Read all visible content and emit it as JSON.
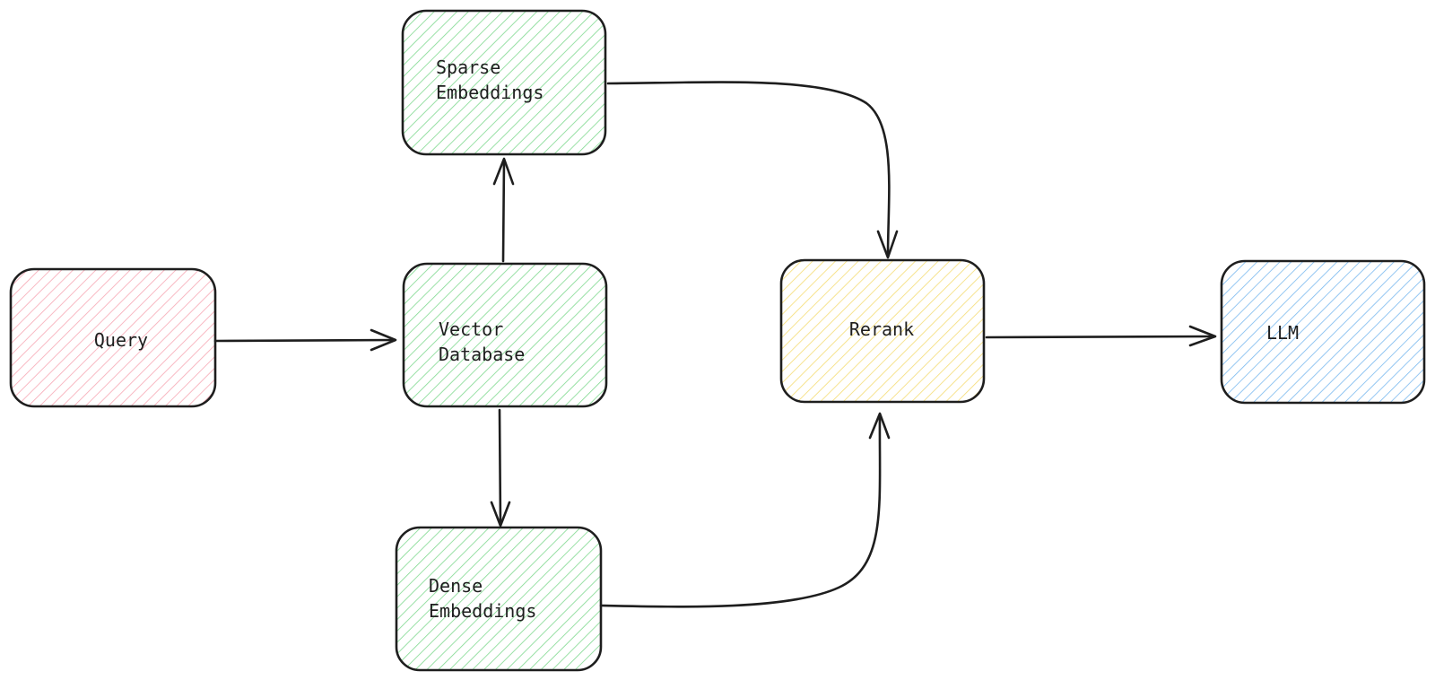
{
  "diagram": {
    "nodes": [
      {
        "id": "query",
        "label_lines": [
          "Query"
        ],
        "fill": "#f7a7b4"
      },
      {
        "id": "vector-database",
        "label_lines": [
          "Vector",
          "Database"
        ],
        "fill": "#7fd98f"
      },
      {
        "id": "sparse-embeddings",
        "label_lines": [
          "Sparse",
          "Embeddings"
        ],
        "fill": "#7fd98f"
      },
      {
        "id": "dense-embeddings",
        "label_lines": [
          "Dense",
          "Embeddings"
        ],
        "fill": "#7fd98f"
      },
      {
        "id": "rerank",
        "label_lines": [
          "Rerank"
        ],
        "fill": "#f5dc73"
      },
      {
        "id": "llm",
        "label_lines": [
          "LLM"
        ],
        "fill": "#79b8ef"
      }
    ],
    "edges": [
      {
        "from": "query",
        "to": "vector-database"
      },
      {
        "from": "vector-database",
        "to": "sparse-embeddings"
      },
      {
        "from": "vector-database",
        "to": "dense-embeddings"
      },
      {
        "from": "sparse-embeddings",
        "to": "rerank"
      },
      {
        "from": "dense-embeddings",
        "to": "rerank"
      },
      {
        "from": "rerank",
        "to": "llm"
      }
    ],
    "stroke_color": "#1e1e1e"
  }
}
